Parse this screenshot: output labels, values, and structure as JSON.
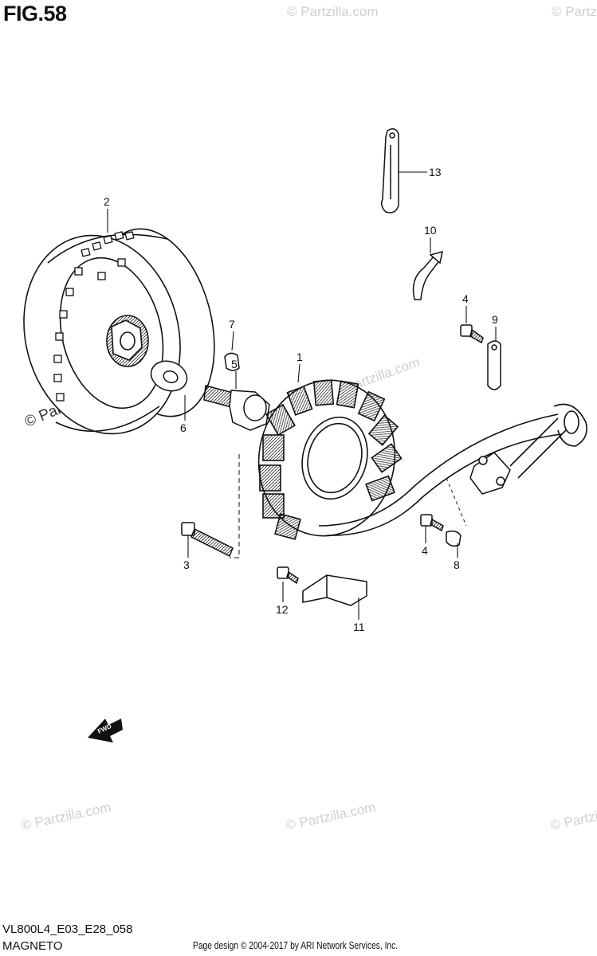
{
  "figure": {
    "title": "FIG.58",
    "code": "VL800L4_E03_E28_058",
    "section": "MAGNETO",
    "copyright": "Page design © 2004-2017 by ARI Network Services, Inc."
  },
  "watermark": "© Partzilla.com",
  "fwd_badge": "FWD",
  "callouts": [
    {
      "id": "1",
      "text": "1"
    },
    {
      "id": "2",
      "text": "2"
    },
    {
      "id": "3",
      "text": "3"
    },
    {
      "id": "4a",
      "text": "4"
    },
    {
      "id": "4b",
      "text": "4"
    },
    {
      "id": "5",
      "text": "5"
    },
    {
      "id": "6",
      "text": "6"
    },
    {
      "id": "7",
      "text": "7"
    },
    {
      "id": "8",
      "text": "8"
    },
    {
      "id": "9",
      "text": "9"
    },
    {
      "id": "10",
      "text": "10"
    },
    {
      "id": "11",
      "text": "11"
    },
    {
      "id": "12",
      "text": "12"
    },
    {
      "id": "13",
      "text": "13"
    }
  ],
  "colors": {
    "line": "#111111",
    "watermark": "#cfcfcf"
  }
}
